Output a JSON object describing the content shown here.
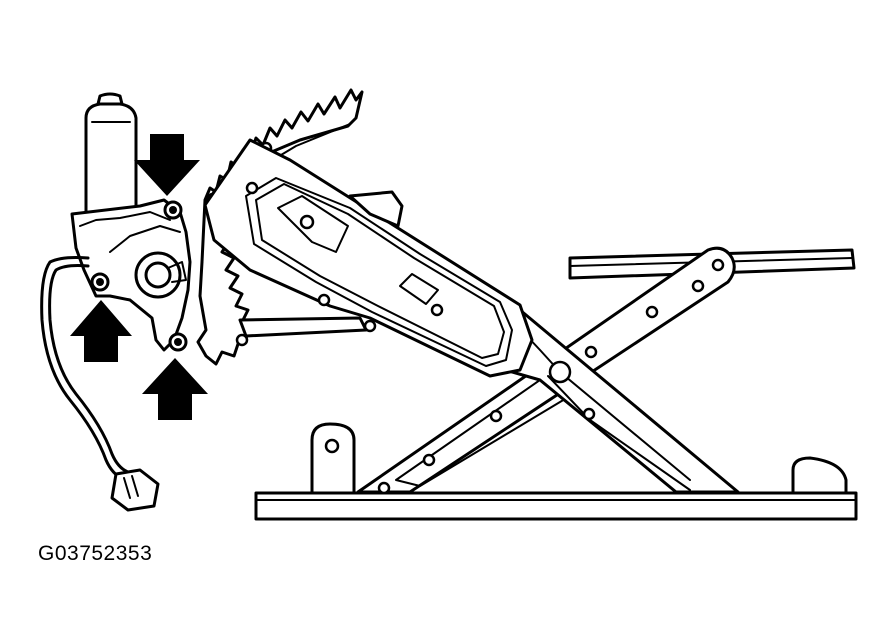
{
  "figure": {
    "code": "G03752353"
  },
  "colors": {
    "line": "#000000",
    "background": "#ffffff"
  },
  "callouts": [
    {
      "name": "arrow-down-top-bolt",
      "direction": "down"
    },
    {
      "name": "arrow-up-left-bolt",
      "direction": "up"
    },
    {
      "name": "arrow-up-bottom-bolt",
      "direction": "up"
    }
  ]
}
